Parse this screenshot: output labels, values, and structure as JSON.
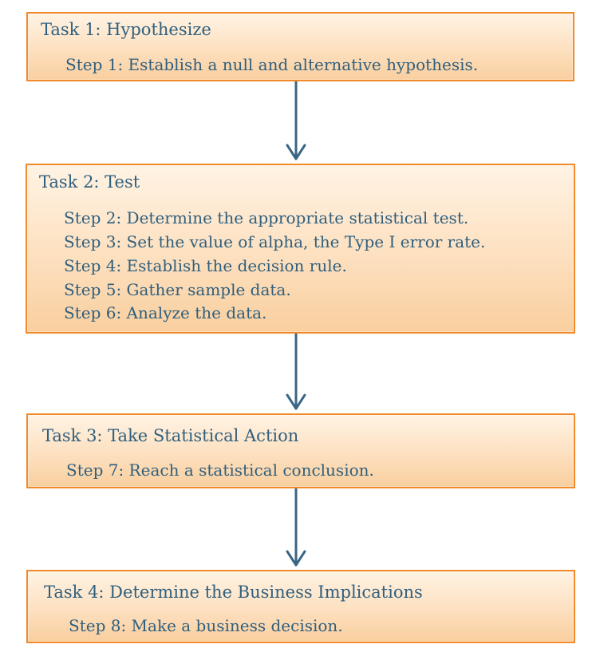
{
  "tasks": [
    {
      "title": "Task 1:  Hypothesize",
      "steps": [
        "Step 1: Establish a null and alternative hypothesis."
      ]
    },
    {
      "title": "Task 2:  Test",
      "steps": [
        "Step 2: Determine the appropriate statistical test.",
        "Step 3: Set the value of alpha, the Type I error rate.",
        "Step 4: Establish the decision rule.",
        "Step 5: Gather sample data.",
        "Step 6: Analyze the data."
      ]
    },
    {
      "title": "Task 3: Take Statistical Action",
      "steps": [
        "Step 7: Reach a statistical conclusion."
      ]
    },
    {
      "title": "Task 4: Determine the Business Implications",
      "steps": [
        "Step 8: Make a business decision."
      ]
    }
  ],
  "colors": {
    "box_border": "#f08a2a",
    "text": "#2f5f7e",
    "arrow": "#3b6683"
  }
}
